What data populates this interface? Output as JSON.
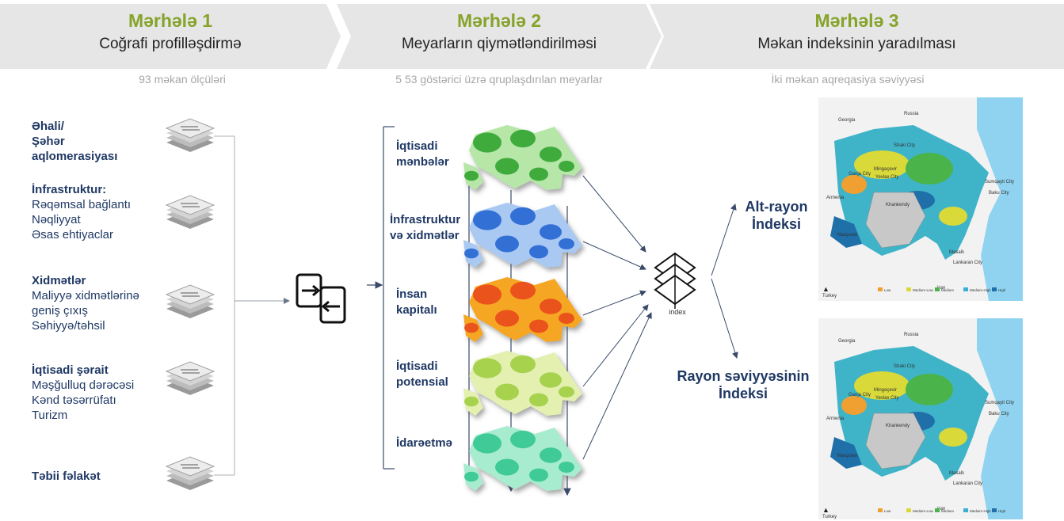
{
  "stages": [
    {
      "title": "Mərhələ 1",
      "subtitle": "Coğrafi profilləşdirmə",
      "description": "93 məkan ölçüləri"
    },
    {
      "title": "Mərhələ 2",
      "subtitle": "Meyarların qiymətləndirilməsi",
      "description": "5 53 göstərici üzrə qruplaşdırılan meyarlar"
    },
    {
      "title": "Mərhələ 3",
      "subtitle": "Məkan indeksinin yaradılması",
      "description": "İki məkan aqreqasiya səviyyəsi"
    }
  ],
  "stage1": {
    "categories": [
      {
        "heading": "Əhali/\nŞəhər\naqlomerasiyası",
        "items": []
      },
      {
        "heading": "İnfrastruktur:",
        "items": [
          "Rəqəmsal bağlantı",
          "Nəqliyyat",
          "Əsas ehtiyaclar"
        ]
      },
      {
        "heading": "Xidmətlər",
        "items": [
          "Maliyyə xidmətlərinə",
          "geniş çıxış",
          "Səhiyyə/təhsil"
        ]
      },
      {
        "heading": "İqtisadi şərait",
        "items": [
          "Məşğulluq dərəcəsi",
          "Kənd təsərrüfatı",
          "Turizm"
        ]
      },
      {
        "heading": "Təbii fəlakət",
        "items": []
      }
    ]
  },
  "stage2": {
    "criteria": [
      {
        "label": "İqtisadi\nmənbələr",
        "color": "#2ca02c",
        "light": "#b6e6a8"
      },
      {
        "label": "İnfrastruktur\nvə xidmətlər",
        "color": "#1f5fd1",
        "light": "#a9c9f2"
      },
      {
        "label": "İnsan\nkapitalı",
        "color": "#e8431a",
        "light": "#f5a623"
      },
      {
        "label": "İqtisadi\npotensial",
        "color": "#9ccc3c",
        "light": "#e3f0b0"
      },
      {
        "label": "İdarəetmə",
        "color": "#2ec48e",
        "light": "#a8ecd0"
      }
    ],
    "index_label": "index"
  },
  "stage3": {
    "indices": [
      "Alt-rayon\nİndeksi",
      "Rayon səviyyəsinin\nİndeksi"
    ],
    "map_labels": {
      "georgia": "Georgia",
      "russia": "Russia",
      "armenia": "Armenia",
      "iran": "Iran",
      "turkey": "Turkey",
      "shaki": "Shaki City",
      "ganja": "Ganja City",
      "mingachevir": "Mingəçevir",
      "yevlax": "Yevlax City",
      "sumqayit": "Sumqayit City",
      "baku": "Baku City",
      "khankendy": "Khankendy",
      "naxcivan": "Naxçıvan",
      "masalli": "Masallı",
      "lankaran": "Lankaran City"
    },
    "legend": [
      "Low",
      "Medium-Low",
      "Medium",
      "Medium-High",
      "High"
    ],
    "legend_colors": [
      "#f0a030",
      "#d9d93a",
      "#4ab34a",
      "#3ab0d8",
      "#1f6fa8"
    ]
  }
}
